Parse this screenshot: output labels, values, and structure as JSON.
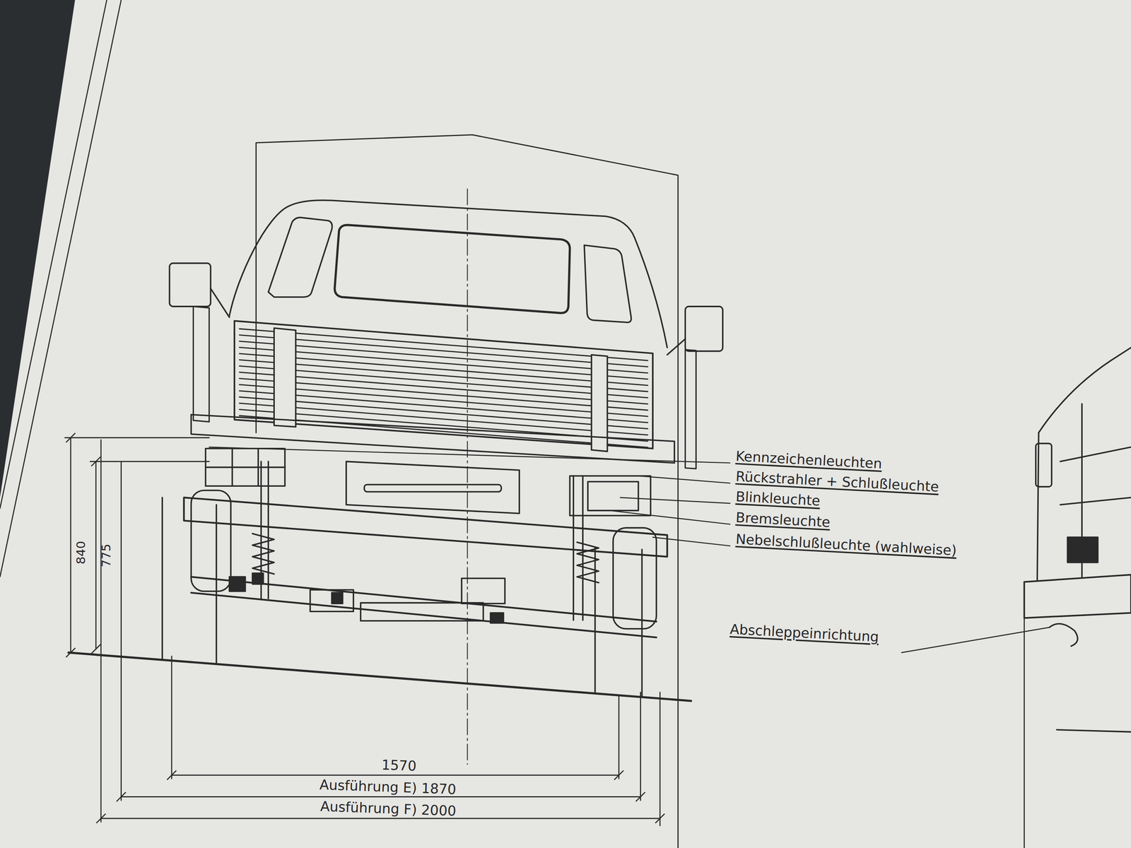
{
  "diagram": {
    "labels": [
      "Kennzeichenleuchten",
      "Rückstrahler + Schlußleuchte",
      "Blinkleuchte",
      "Bremsleuchte",
      "Nebelschlußleuchte (wahlweise)",
      "Abschleppeinrichtung",
      "840",
      "775",
      "1570",
      "Ausführung E) 1870",
      "Ausführung F) 2000"
    ]
  }
}
